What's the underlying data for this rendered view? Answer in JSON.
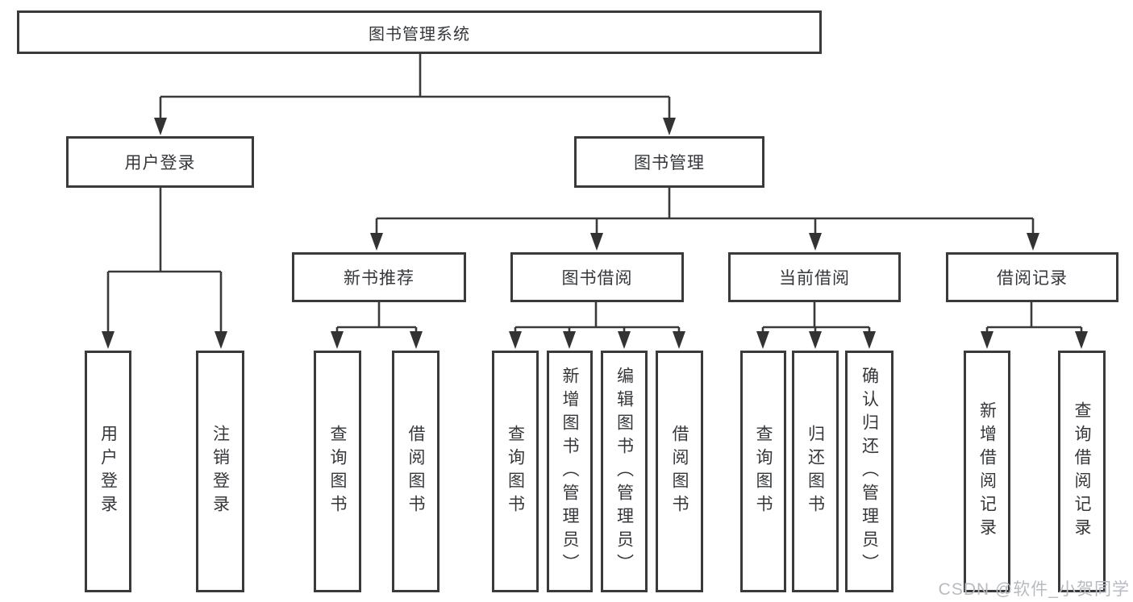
{
  "colors": {
    "line": "#3a3a3a",
    "box_border": "#3a3a3a",
    "text": "#35373b",
    "watermark": "#b7bbc1",
    "background": "#ffffff"
  },
  "watermark": "CSDN @软件_小贺同学",
  "diagram": {
    "root": {
      "label": "图书管理系统"
    },
    "branches": [
      {
        "label": "用户登录",
        "leaves": [
          {
            "label": "用户登录"
          },
          {
            "label": "注销登录"
          }
        ]
      },
      {
        "label": "图书管理",
        "children": [
          {
            "label": "新书推荐",
            "leaves": [
              {
                "label": "查询图书"
              },
              {
                "label": "借阅图书"
              }
            ]
          },
          {
            "label": "图书借阅",
            "leaves": [
              {
                "label": "查询图书"
              },
              {
                "label": "新增图书（管理员）"
              },
              {
                "label": "编辑图书（管理员）"
              },
              {
                "label": "借阅图书"
              }
            ]
          },
          {
            "label": "当前借阅",
            "leaves": [
              {
                "label": "查询图书"
              },
              {
                "label": "归还图书"
              },
              {
                "label": "确认归还（管理员）"
              }
            ]
          },
          {
            "label": "借阅记录",
            "leaves": [
              {
                "label": "新增借阅记录"
              },
              {
                "label": "查询借阅记录"
              }
            ]
          }
        ]
      }
    ]
  }
}
